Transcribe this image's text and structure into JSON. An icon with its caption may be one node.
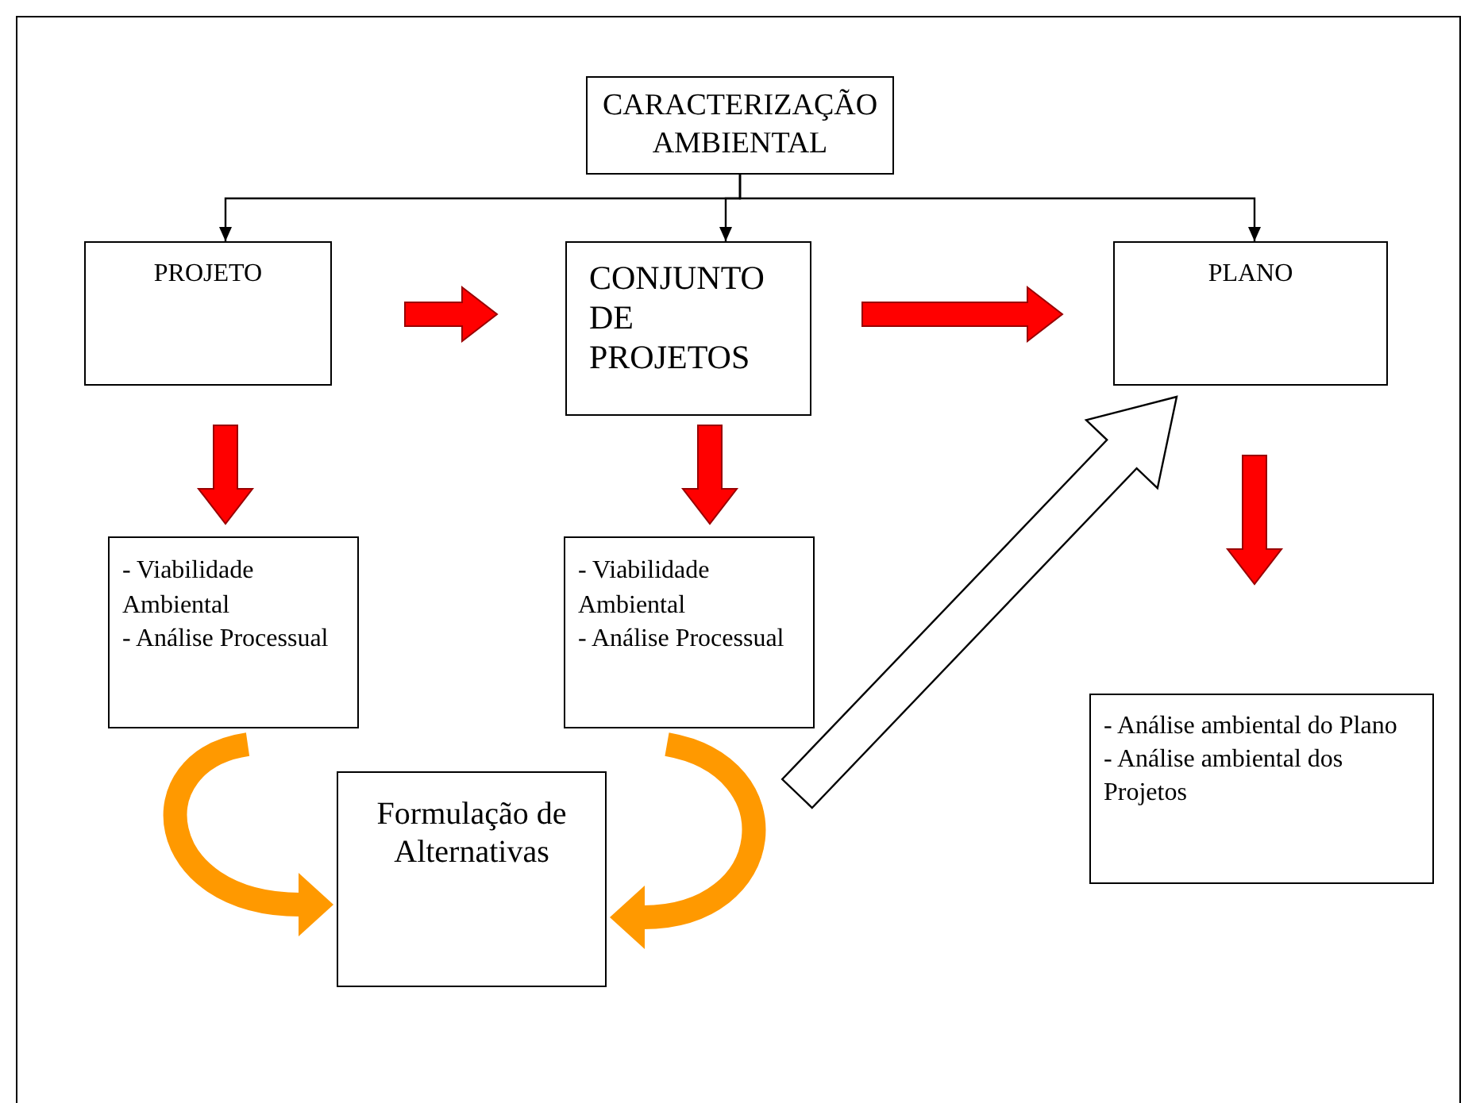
{
  "diagram": {
    "nodes": [
      {
        "text": [
          "CARACTERIZAÇÃO AMBIENTAL"
        ]
      },
      {
        "text": [
          "PROJETO"
        ]
      },
      {
        "text": [
          "CONJUNTO DE PROJETOS"
        ]
      },
      {
        "text": [
          "PLANO"
        ]
      },
      {
        "text": [
          "- Viabilidade Ambiental",
          "- Análise Processual"
        ]
      },
      {
        "text": [
          "- Viabilidade Ambiental",
          "- Análise Processual"
        ]
      },
      {
        "text": [
          "Formulação de Alternativas"
        ]
      },
      {
        "text": [
          "- Análise ambiental do Plano",
          "- Análise ambiental dos Projetos"
        ]
      }
    ],
    "edges": [
      {
        "from": 0,
        "to": 1,
        "arrow": "to"
      },
      {
        "from": 0,
        "to": 2,
        "arrow": "to"
      },
      {
        "from": 0,
        "to": 3,
        "arrow": "to"
      },
      {
        "from": 1,
        "to": 2,
        "arrow": "to",
        "style": "thick",
        "color": "#ff0000"
      },
      {
        "from": 2,
        "to": 3,
        "arrow": "to",
        "style": "thick",
        "color": "#ff0000"
      },
      {
        "from": 1,
        "to": 4,
        "arrow": "to",
        "style": "thick",
        "color": "#ff0000"
      },
      {
        "from": 2,
        "to": 5,
        "arrow": "to",
        "style": "thick",
        "color": "#ff0000"
      },
      {
        "from": 3,
        "to": 7,
        "arrow": "to",
        "style": "thick",
        "color": "#ff0000"
      },
      {
        "from": 4,
        "to": 6,
        "arrow": "to",
        "style": "thick",
        "color": "#ff9900"
      },
      {
        "from": 5,
        "to": 6,
        "arrow": "to",
        "style": "thick",
        "color": "#ff9900"
      },
      {
        "from": 6,
        "to": 3,
        "arrow": "to",
        "style": "thick",
        "color": "#ffffff"
      }
    ]
  }
}
